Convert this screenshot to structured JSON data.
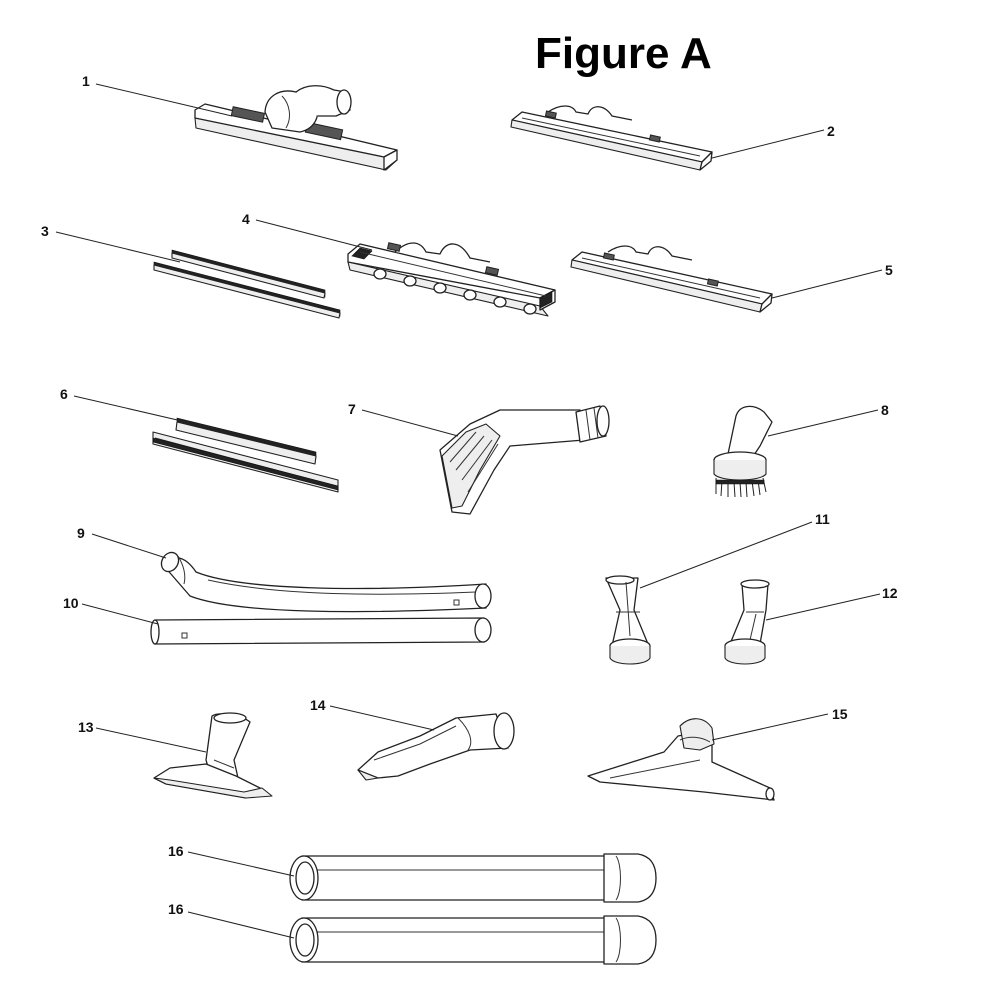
{
  "figure": {
    "title": "Figure A"
  },
  "callouts": [
    {
      "id": "c1",
      "label": "1"
    },
    {
      "id": "c2",
      "label": "2"
    },
    {
      "id": "c3",
      "label": "3"
    },
    {
      "id": "c4",
      "label": "4"
    },
    {
      "id": "c5",
      "label": "5"
    },
    {
      "id": "c6",
      "label": "6"
    },
    {
      "id": "c7",
      "label": "7"
    },
    {
      "id": "c8",
      "label": "8"
    },
    {
      "id": "c9",
      "label": "9"
    },
    {
      "id": "c10",
      "label": "10"
    },
    {
      "id": "c11",
      "label": "11"
    },
    {
      "id": "c12",
      "label": "12"
    },
    {
      "id": "c13",
      "label": "13"
    },
    {
      "id": "c14",
      "label": "14"
    },
    {
      "id": "c15",
      "label": "15"
    },
    {
      "id": "c16a",
      "label": "16"
    },
    {
      "id": "c16b",
      "label": "16"
    }
  ],
  "colors": {
    "ink": "#222222",
    "fill": "#ffffff",
    "shade": "#eeeeee",
    "dark": "#555555"
  }
}
